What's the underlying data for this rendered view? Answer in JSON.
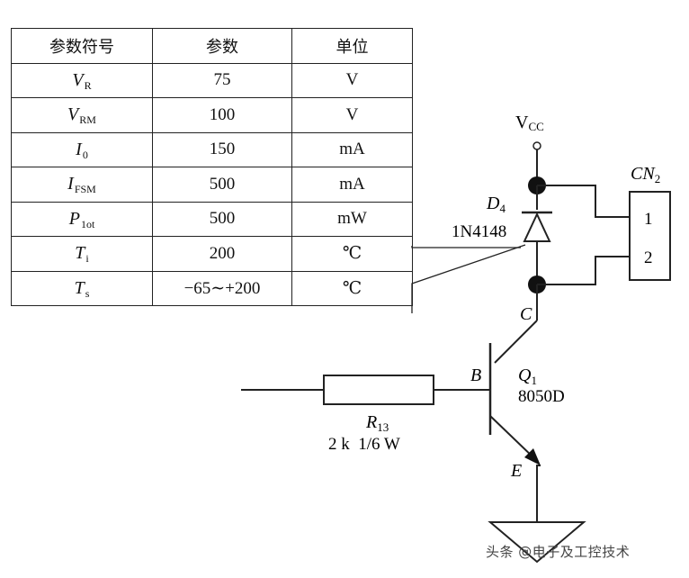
{
  "table": {
    "headers": [
      "参数符号",
      "参数",
      "单位"
    ],
    "rows": [
      {
        "symbol": "V",
        "sub": "R",
        "value": "75",
        "unit": "V"
      },
      {
        "symbol": "V",
        "sub": "RM",
        "value": "100",
        "unit": "V"
      },
      {
        "symbol": "I",
        "sub": "0",
        "value": "150",
        "unit": "mA"
      },
      {
        "symbol": "I",
        "sub": "FSM",
        "value": "500",
        "unit": "mA"
      },
      {
        "symbol": "P",
        "sub": "1ot",
        "value": "500",
        "unit": "mW"
      },
      {
        "symbol": "T",
        "sub": "i",
        "value": "200",
        "unit": "℃"
      },
      {
        "symbol": "T",
        "sub": "s",
        "value": "−65∼+200",
        "unit": "℃"
      }
    ]
  },
  "circuit": {
    "vcc": {
      "main": "V",
      "sub": "CC"
    },
    "diode": {
      "ref_main": "D",
      "ref_sub": "4",
      "part": "1N4148"
    },
    "connector": {
      "ref_main": "CN",
      "ref_sub": "2",
      "pin1": "1",
      "pin2": "2"
    },
    "transistor": {
      "ref_main": "Q",
      "ref_sub": "1",
      "part": "8050D",
      "collector": "C",
      "base": "B",
      "emitter": "E"
    },
    "resistor": {
      "ref_main": "R",
      "ref_sub": "13",
      "value": "2 k  1/6 W"
    }
  },
  "watermark": "头条 @电子及工控技术"
}
